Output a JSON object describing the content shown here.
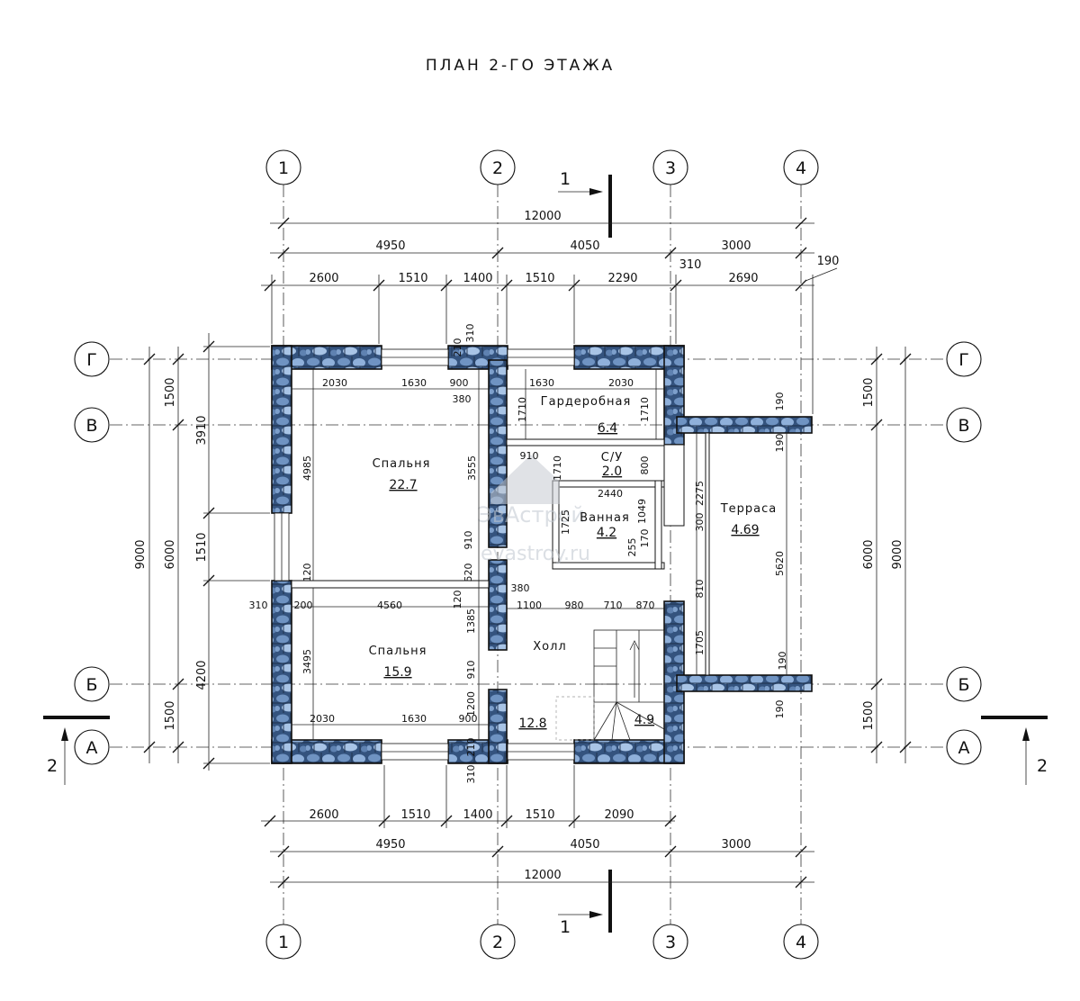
{
  "title": "ПЛАН 2-ГО ЭТАЖА",
  "axes": {
    "columns": [
      "1",
      "2",
      "3",
      "4"
    ],
    "rows": [
      "Г",
      "В",
      "Б",
      "А"
    ]
  },
  "section_marks": {
    "cut1": "1",
    "cut2": "2"
  },
  "rooms": [
    {
      "name": "Спальня",
      "area": "22.7"
    },
    {
      "name": "Гардеробная",
      "area": "6.4"
    },
    {
      "name": "С/У",
      "area": "2.0"
    },
    {
      "name": "Ванная",
      "area": "4.2"
    },
    {
      "name": "Терраса",
      "area": "4.69"
    },
    {
      "name": "Спальня",
      "area": "15.9"
    },
    {
      "name": "Холл",
      "area": "12.8"
    },
    {
      "name": "",
      "area": "4.9"
    }
  ],
  "watermark": {
    "brand": "ЭвАстрой",
    "url": "evastroy.ru"
  },
  "dims": {
    "top_total": "12000",
    "top_l2": [
      "4950",
      "4050",
      "3000"
    ],
    "top_extra": [
      "310",
      "190"
    ],
    "top_l3": [
      "2600",
      "1510",
      "1400",
      "1510",
      "2290",
      "2690"
    ],
    "bot_l1": [
      "2600",
      "1510",
      "1400",
      "1510",
      "2090"
    ],
    "bot_l2": [
      "4950",
      "4050",
      "3000"
    ],
    "bot_total": "12000",
    "left_total": "9000",
    "left_mid": [
      "1500",
      "6000",
      "1500"
    ],
    "left_inner": [
      "3910",
      "1510",
      "4200"
    ],
    "right_total": "9000",
    "right_mid": [
      "1500",
      "6000",
      "1500"
    ],
    "interior": [
      "2030",
      "1630",
      "900",
      "380",
      "1630",
      "2030",
      "1710",
      "1710",
      "310",
      "210",
      "3555",
      "4985",
      "910",
      "1710",
      "800",
      "2440",
      "1049",
      "1725",
      "910",
      "520",
      "120",
      "120",
      "380",
      "310",
      "200",
      "4560",
      "1100",
      "980",
      "710",
      "870",
      "3495",
      "1385",
      "910",
      "1200",
      "2030",
      "1630",
      "900",
      "210",
      "310",
      "2275",
      "300",
      "255",
      "170",
      "5620",
      "810",
      "1705",
      "190",
      "190",
      "190",
      "190"
    ]
  },
  "colors": {
    "wall_fill": "#3a5a85",
    "wall_light": "#aac4e4",
    "line": "#111111"
  }
}
